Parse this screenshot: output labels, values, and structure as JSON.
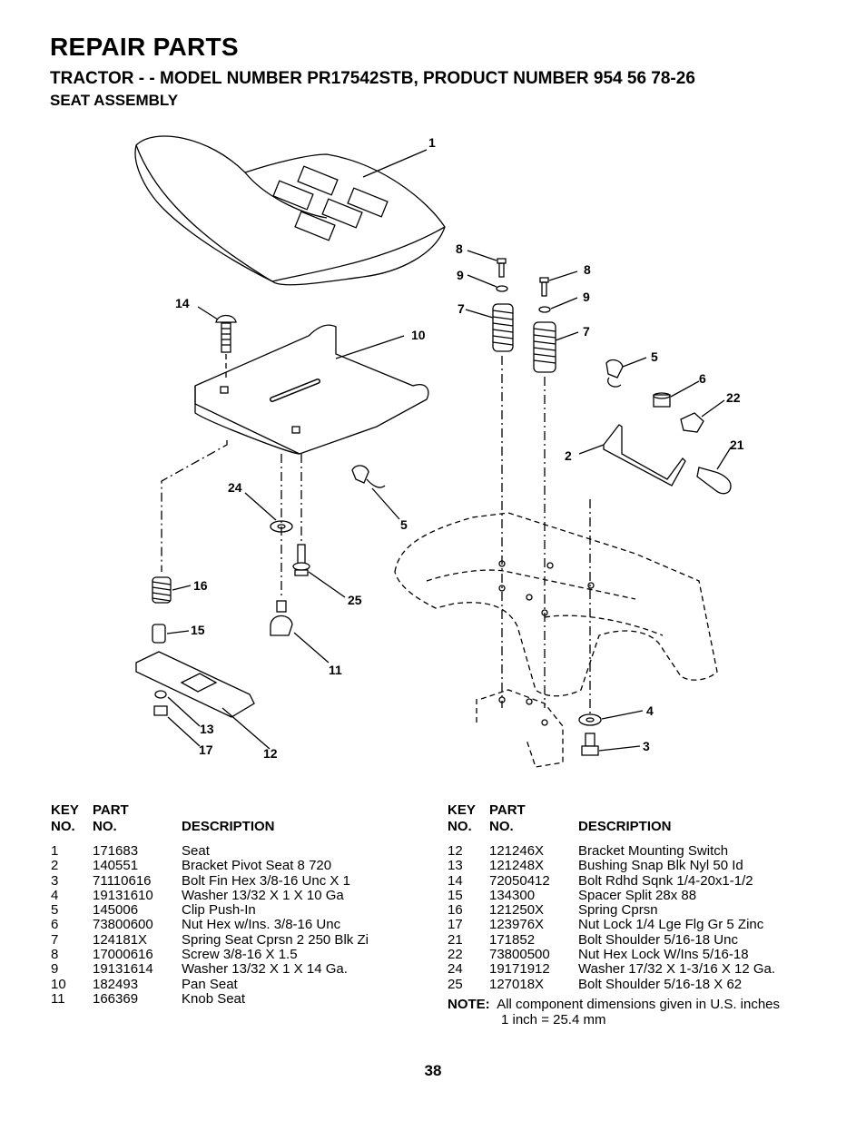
{
  "header": {
    "title": "REPAIR PARTS",
    "subtitle": "TRACTOR - - MODEL NUMBER PR17542STB, PRODUCT NUMBER 954 56 78-26",
    "section": "SEAT ASSEMBLY"
  },
  "diagram": {
    "callouts": [
      "1",
      "8",
      "9",
      "8",
      "9",
      "7",
      "7",
      "14",
      "10",
      "5",
      "6",
      "22",
      "2",
      "21",
      "24",
      "5",
      "16",
      "25",
      "15",
      "11",
      "4",
      "13",
      "17",
      "12",
      "3"
    ]
  },
  "table_headers": {
    "key": "KEY",
    "key2": "NO.",
    "part": "PART",
    "part2": "NO.",
    "desc": "DESCRIPTION"
  },
  "parts_left": [
    {
      "key": "1",
      "part": "171683",
      "desc": "Seat"
    },
    {
      "key": "2",
      "part": "140551",
      "desc": "Bracket Pivot Seat 8 720"
    },
    {
      "key": "3",
      "part": "71110616",
      "desc": "Bolt Fin Hex 3/8-16 Unc X 1"
    },
    {
      "key": "4",
      "part": "19131610",
      "desc": "Washer 13/32 X 1 X 10 Ga"
    },
    {
      "key": "5",
      "part": "145006",
      "desc": "Clip Push-In"
    },
    {
      "key": "6",
      "part": "73800600",
      "desc": "Nut Hex w/Ins. 3/8-16 Unc"
    },
    {
      "key": "7",
      "part": "124181X",
      "desc": "Spring Seat Cprsn 2 250 Blk Zi"
    },
    {
      "key": "8",
      "part": "17000616",
      "desc": "Screw 3/8-16 X 1.5"
    },
    {
      "key": "9",
      "part": "19131614",
      "desc": "Washer 13/32 X 1 X 14 Ga."
    },
    {
      "key": "10",
      "part": "182493",
      "desc": "Pan Seat"
    },
    {
      "key": "11",
      "part": "166369",
      "desc": "Knob Seat"
    }
  ],
  "parts_right": [
    {
      "key": "12",
      "part": "121246X",
      "desc": "Bracket Mounting Switch"
    },
    {
      "key": "13",
      "part": "121248X",
      "desc": "Bushing Snap Blk Nyl 50 Id"
    },
    {
      "key": "14",
      "part": "72050412",
      "desc": "Bolt Rdhd Sqnk 1/4-20x1-1/2"
    },
    {
      "key": "15",
      "part": "134300",
      "desc": "Spacer Split 28x 88"
    },
    {
      "key": "16",
      "part": "121250X",
      "desc": "Spring Cprsn"
    },
    {
      "key": "17",
      "part": "123976X",
      "desc": "Nut Lock 1/4 Lge Flg Gr 5 Zinc"
    },
    {
      "key": "21",
      "part": "171852",
      "desc": "Bolt Shoulder 5/16-18 Unc"
    },
    {
      "key": "22",
      "part": "73800500",
      "desc": "Nut Hex  Lock W/Ins  5/16-18"
    },
    {
      "key": "24",
      "part": "19171912",
      "desc": "Washer 17/32 X 1-3/16 X 12 Ga."
    },
    {
      "key": "25",
      "part": "127018X",
      "desc": "Bolt Shoulder 5/16-18 X 62"
    }
  ],
  "note": {
    "label": "NOTE:",
    "line1": "All component dimensions given in U.S. inches",
    "line2": "1 inch = 25.4 mm"
  },
  "page_number": "38"
}
